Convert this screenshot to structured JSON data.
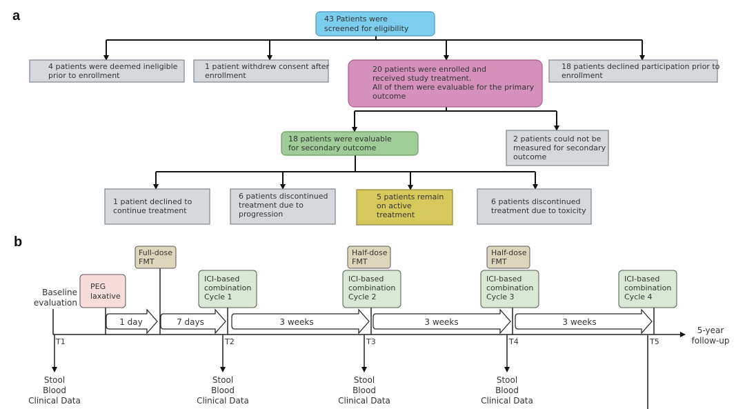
{
  "panel_a": {
    "label": "a",
    "screened": [
      "43 Patients were",
      "screened for eligibility"
    ],
    "ineligible": [
      "4 patients were deemed ineligible",
      "prior to enrollment"
    ],
    "withdrew": [
      "1 patient withdrew consent after",
      "enrollment"
    ],
    "enrolled": [
      "20 patients were enrolled and",
      "received study treatment.",
      "All of them were evaluable for the primary",
      "outcome"
    ],
    "declined_participation": [
      "18 patients declined participation prior to",
      "enrollment"
    ],
    "evaluable_secondary": [
      "18 patients were evaluable",
      "for secondary outcome"
    ],
    "not_measured": [
      "2 patients could not be",
      "measured for secondary",
      "outcome"
    ],
    "declined_continue": [
      "1 patient declined to",
      "continue treatment"
    ],
    "progression": [
      "6 patients discontinued",
      "treatment due to",
      "progression"
    ],
    "active": [
      "5 patients remain",
      "on active",
      "treatment"
    ],
    "toxicity": [
      "6 patients discontinued",
      "treatment due to toxicity"
    ],
    "colors": {
      "screened": "#7dcdef",
      "enrolled": "#d591bb",
      "secondary": "#9fcc97",
      "active": "#d6c95c",
      "gray": "#d6d9dc"
    }
  },
  "panel_b": {
    "label": "b",
    "baseline": [
      "Baseline",
      "evaluation"
    ],
    "peg": [
      "PEG",
      "laxative"
    ],
    "full_fmt": [
      "Full-dose",
      "FMT"
    ],
    "half_fmt_1": [
      "Half-dose",
      "FMT"
    ],
    "half_fmt_2": [
      "Half-dose",
      "FMT"
    ],
    "cycles": [
      [
        "ICI-based",
        "combination",
        "Cycle 1"
      ],
      [
        "ICI-based",
        "combination",
        "Cycle 2"
      ],
      [
        "ICI-based",
        "combination",
        "Cycle 3"
      ],
      [
        "ICI-based",
        "combination",
        "Cycle 4"
      ]
    ],
    "intervals": [
      "1 day",
      "7 days",
      "3 weeks",
      "3 weeks",
      "3 weeks"
    ],
    "timepoints": [
      "T1",
      "T2",
      "T3",
      "T4",
      "T5"
    ],
    "samples": [
      "Stool",
      "Blood",
      "Clinical Data"
    ],
    "followup": [
      "5-year",
      "follow-up"
    ],
    "colors": {
      "peg": "#f7dcdc",
      "fmt": "#ddd6bd",
      "cycle": "#d9e8d4"
    }
  }
}
